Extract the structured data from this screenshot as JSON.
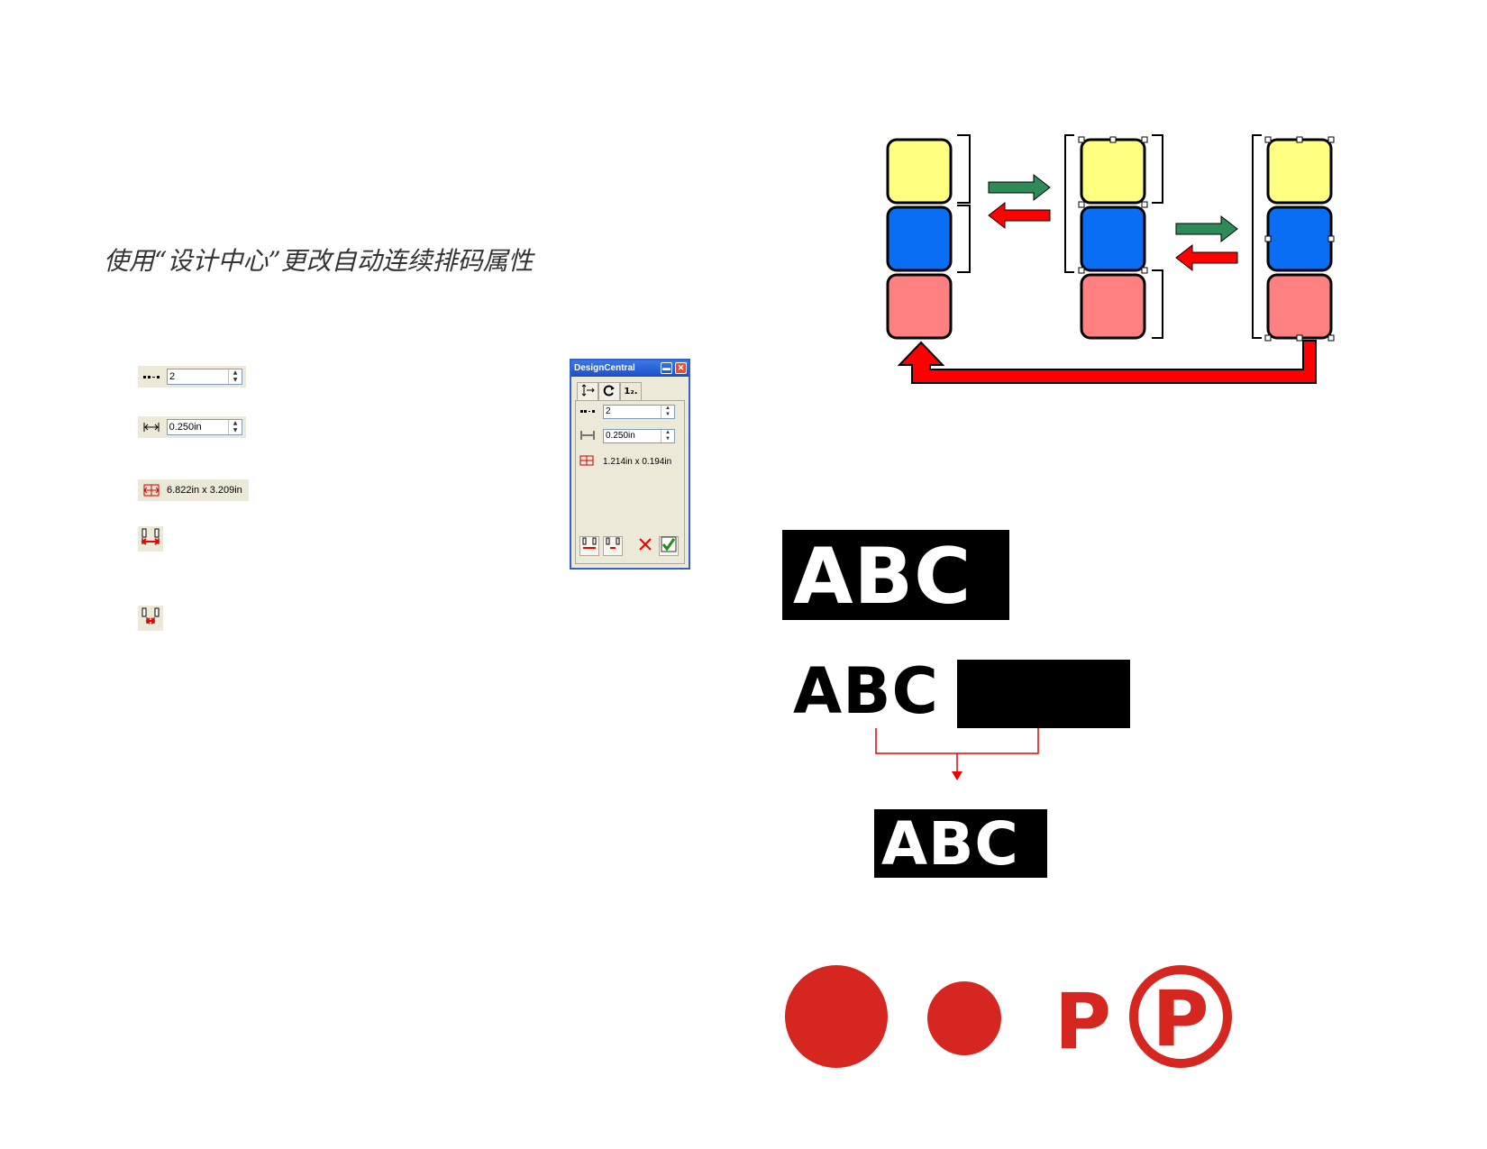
{
  "title": "使用“设计中心”更改自动连续排码属性",
  "left_controls": {
    "count_value": "2",
    "spacing_value": "0.250in",
    "size_value": "6.822in x 3.209in"
  },
  "design_central": {
    "window_title": "DesignCentral",
    "tab3_label": "1₂.",
    "count_value": "2",
    "spacing_value": "0.250in",
    "size_value": "1.214in x 0.194in"
  },
  "examples": {
    "abc_1": "ABC",
    "abc_2": "ABC",
    "abc_3": "ABC",
    "p_plain": "P",
    "p_circled": "P"
  },
  "colors": {
    "yellow": "#ffff80",
    "blue": "#0a6ef5",
    "pink": "#ff8080",
    "green_arrow": "#2e8b57",
    "red": "#ff0000",
    "dot_red": "#d52620"
  }
}
